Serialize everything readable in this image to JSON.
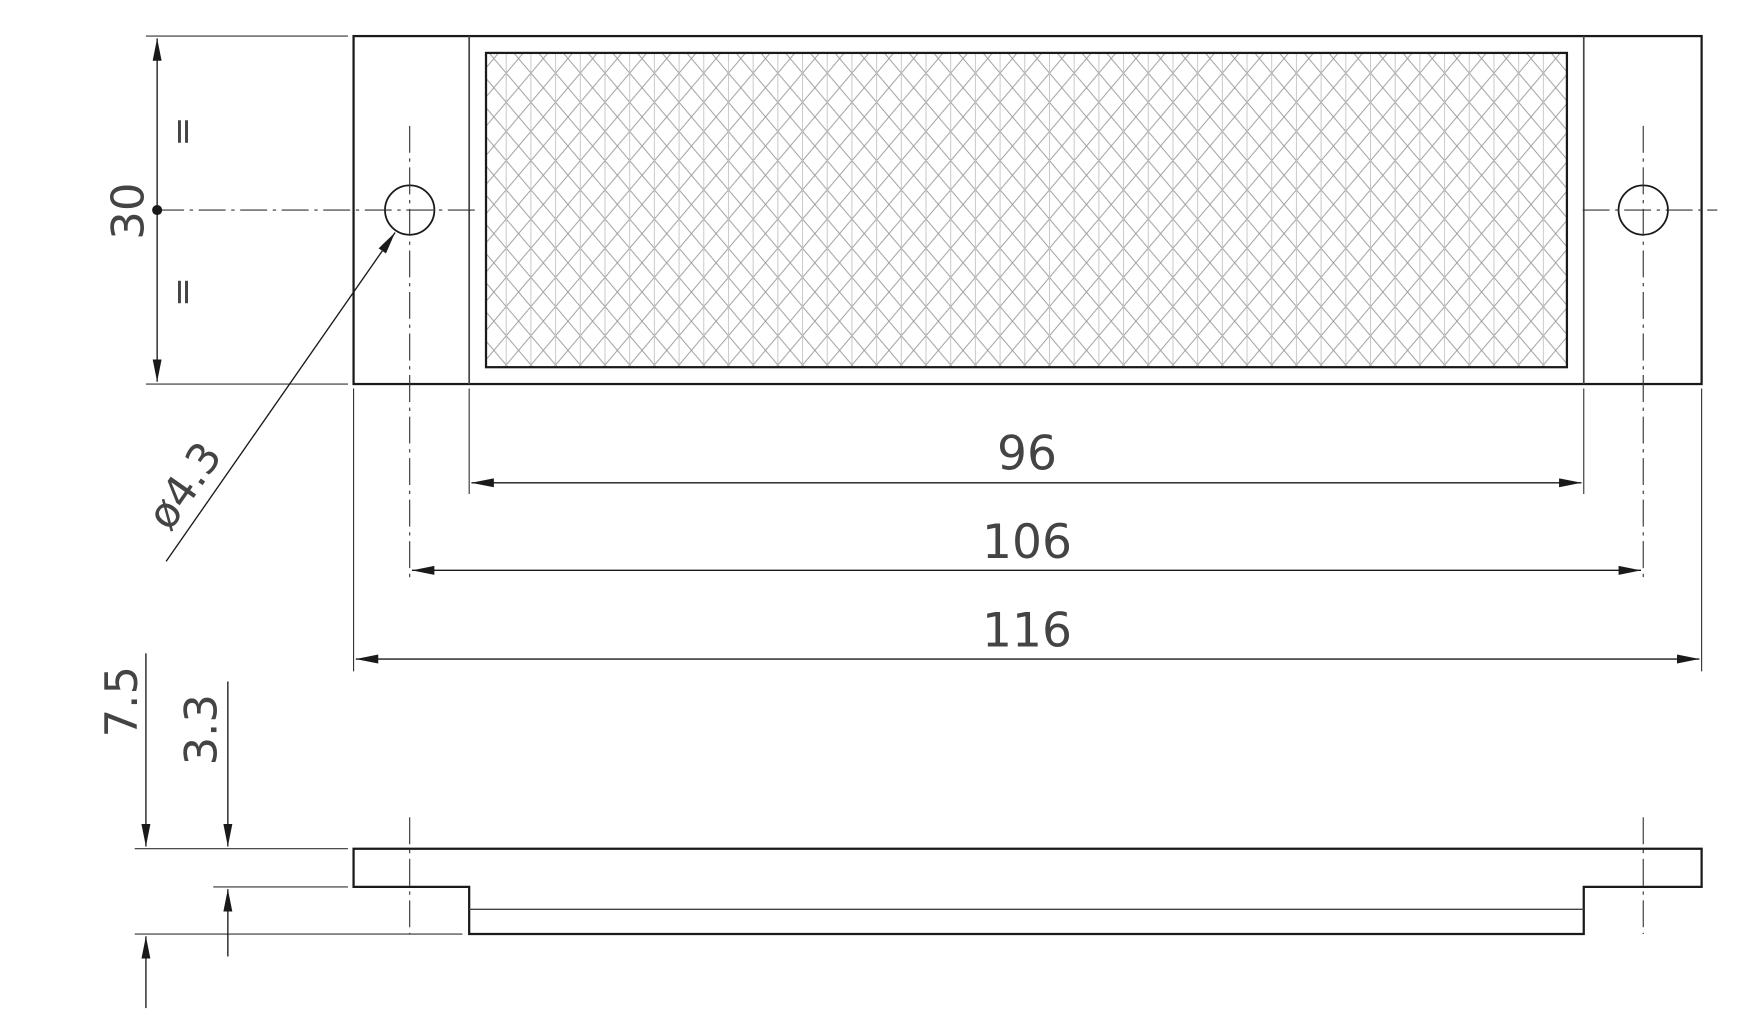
{
  "dimensions": {
    "width_inner": "96",
    "width_holes": "106",
    "width_total": "116",
    "height_total": "30",
    "hole_diameter": "ø4.3",
    "thickness_total": "7.5",
    "thickness_flange": "3.3",
    "equal_mark": "="
  },
  "colors": {
    "line": "#1a1a1a",
    "dim_line": "#333333",
    "hatch": "#9a9a9a",
    "text": "#444444"
  }
}
